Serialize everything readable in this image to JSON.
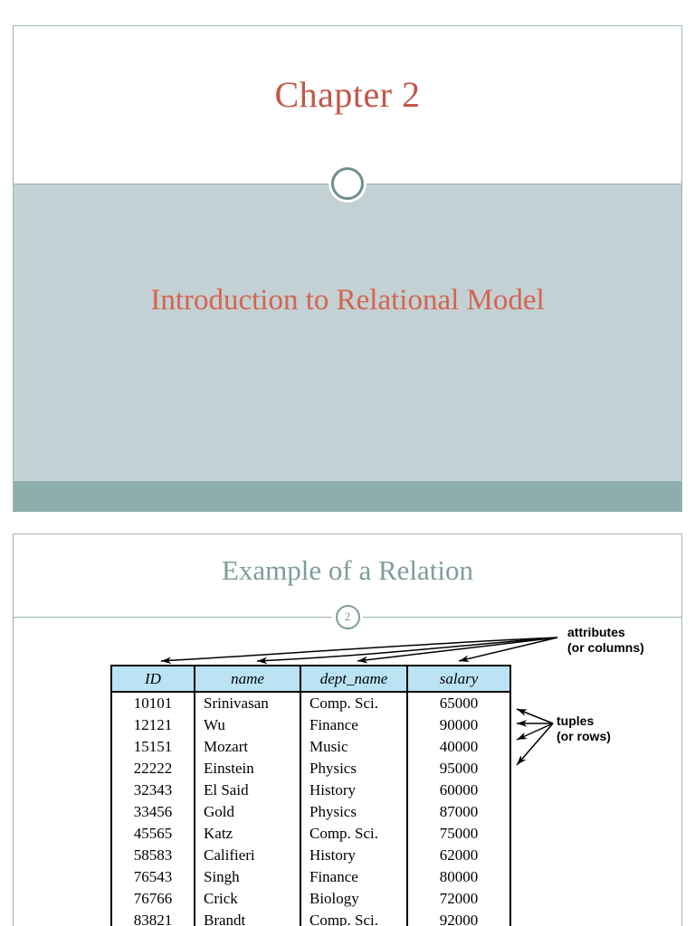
{
  "slides": [
    {
      "kind": "title-slide",
      "chapter": "Chapter 2",
      "subtitle": "Introduction to Relational Model"
    },
    {
      "kind": "content-slide",
      "title": "Example of a Relation",
      "number": "2",
      "table": {
        "columns": [
          "ID",
          "name",
          "dept_name",
          "salary"
        ],
        "rows": [
          [
            "10101",
            "Srinivasan",
            "Comp. Sci.",
            "65000"
          ],
          [
            "12121",
            "Wu",
            "Finance",
            "90000"
          ],
          [
            "15151",
            "Mozart",
            "Music",
            "40000"
          ],
          [
            "22222",
            "Einstein",
            "Physics",
            "95000"
          ],
          [
            "32343",
            "El Said",
            "History",
            "60000"
          ],
          [
            "33456",
            "Gold",
            "Physics",
            "87000"
          ],
          [
            "45565",
            "Katz",
            "Comp. Sci.",
            "75000"
          ],
          [
            "58583",
            "Califieri",
            "History",
            "62000"
          ],
          [
            "76543",
            "Singh",
            "Finance",
            "80000"
          ],
          [
            "76766",
            "Crick",
            "Biology",
            "72000"
          ],
          [
            "83821",
            "Brandt",
            "Comp. Sci.",
            "92000"
          ]
        ]
      },
      "annotations": {
        "attributes_line1": "attributes",
        "attributes_line2": "(or columns)",
        "tuples_line1": "tuples",
        "tuples_line2": "(or rows)"
      }
    }
  ],
  "colors": {
    "accent_orange": "#c0584a",
    "subtitle_orange": "#d4654f",
    "panel_bluegray": "#c3d0d4",
    "footer_teal": "#8cafac",
    "title_teal": "#7e9d9b",
    "header_blue": "#bbe3f4",
    "rule_gray": "#9aafae"
  }
}
